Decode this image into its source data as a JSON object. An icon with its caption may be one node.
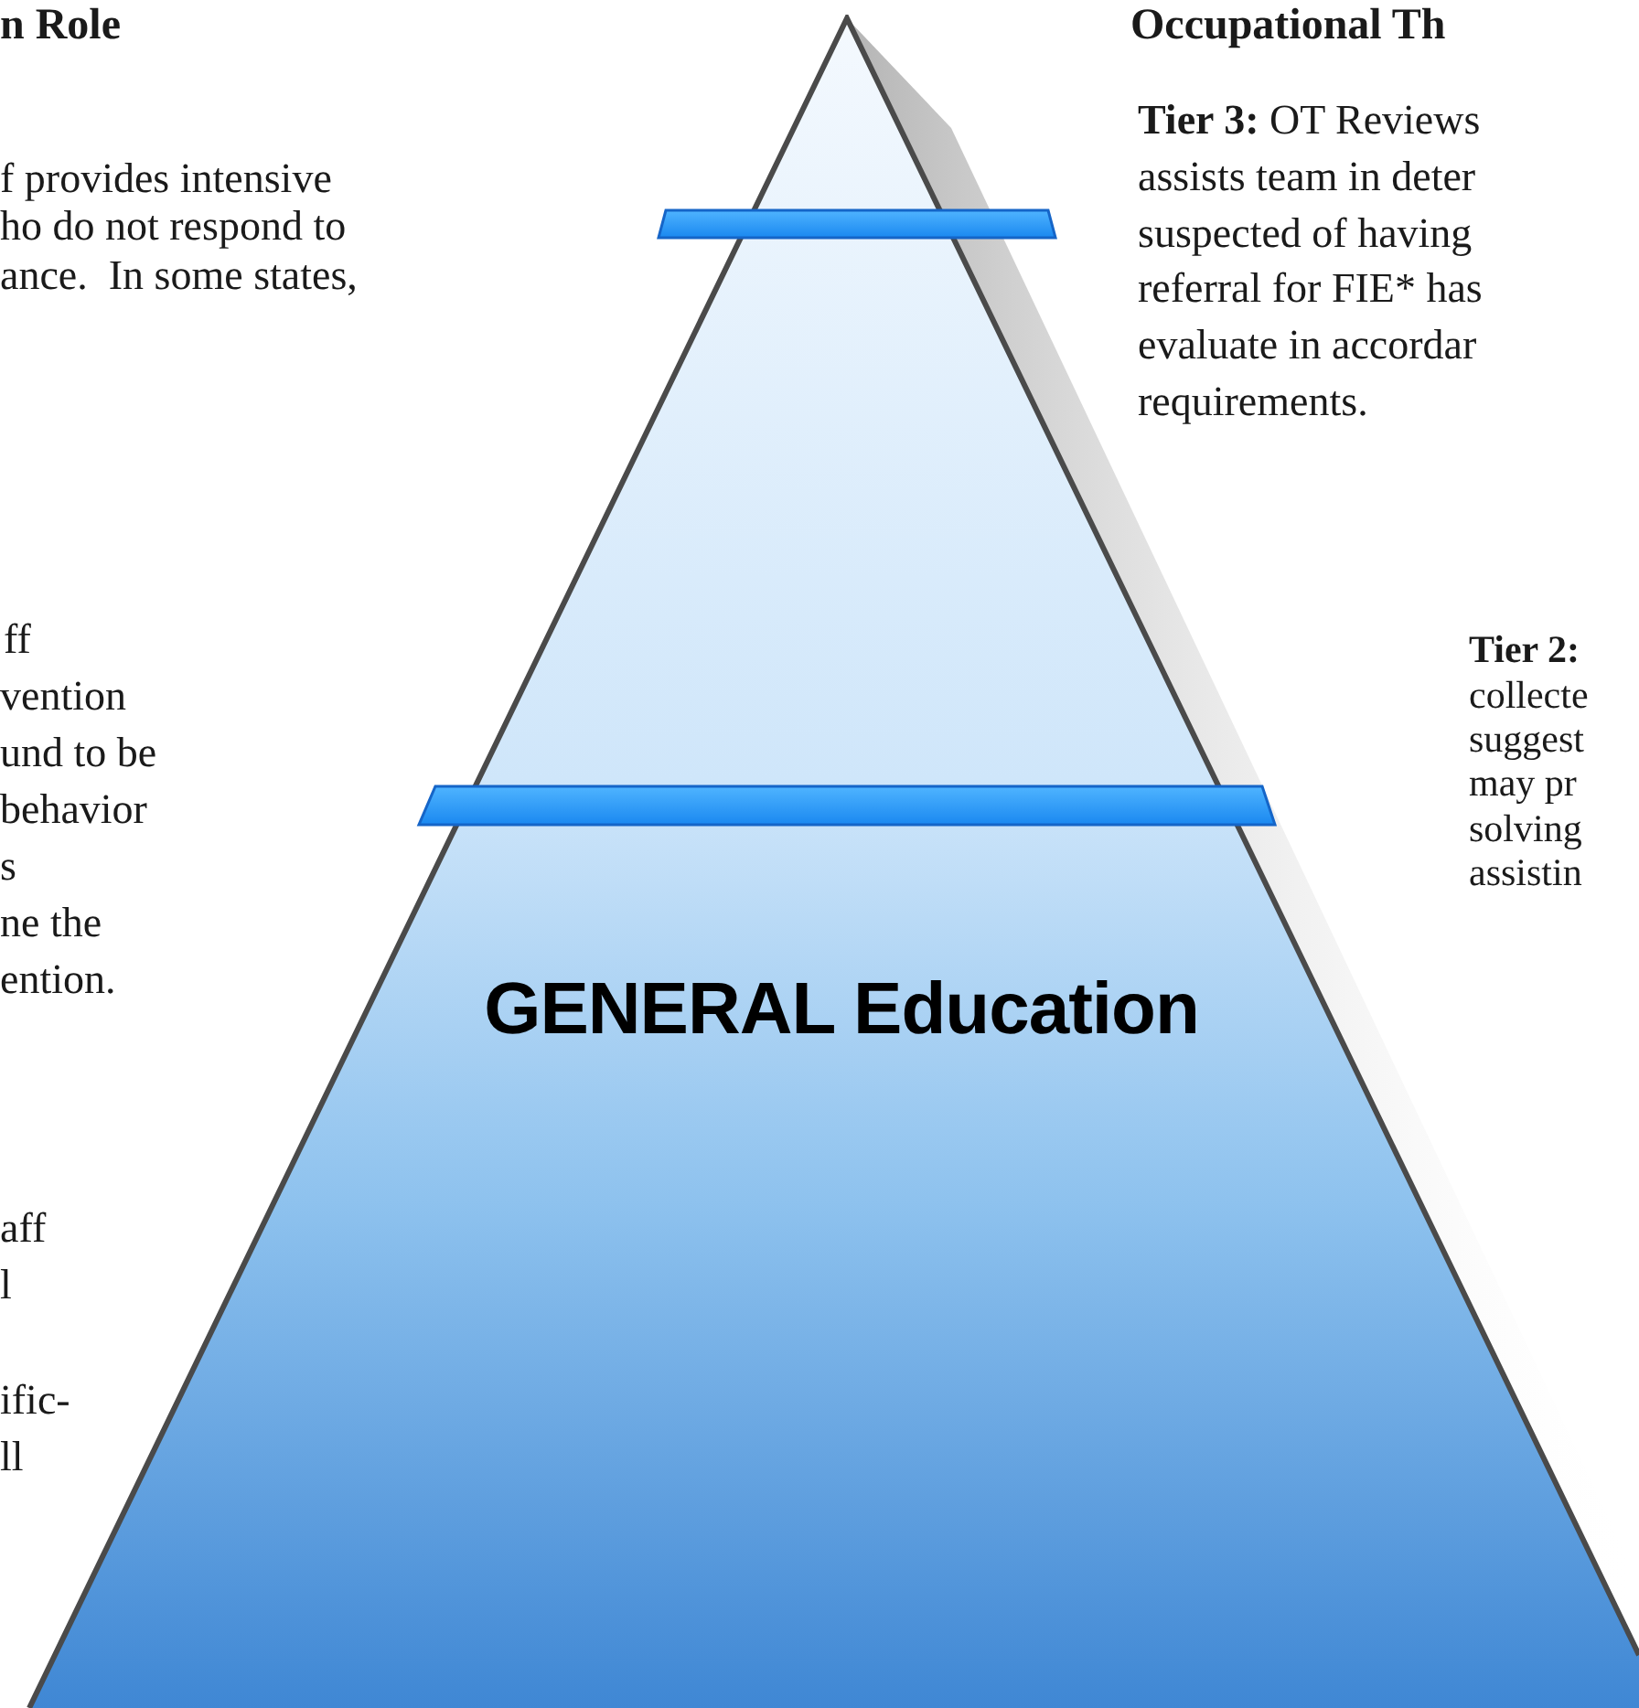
{
  "diagram": {
    "nodes": [
      {
        "text": [
          "GENERAL Education"
        ]
      }
    ],
    "labels": [
      "n Role",
      "f provides intensive",
      "ho do not respond to",
      "ance.  In some states,",
      "ff",
      "vention",
      "und to be",
      "behavior",
      "s",
      "ne the",
      "ention.",
      "aff",
      "l",
      "ific-",
      "ll",
      "Occupational Th",
      "**Tier 3:** OT Reviews",
      "assists team in deter",
      "suspected of having",
      "referral for FIE* has",
      "evaluate in accordar",
      "requirements.",
      "**Tier 2:**",
      "collecte",
      "suggest",
      "may pr",
      "solving",
      "assistin"
    ]
  }
}
